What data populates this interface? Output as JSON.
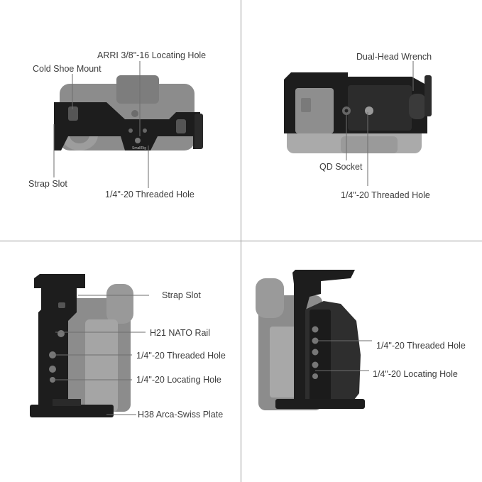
{
  "colors": {
    "background": "#ffffff",
    "divider": "#9a9a9a",
    "camera_body": "#8c8c8c",
    "cage_metal": "#1d1d1d",
    "label_text": "#3c3c3c",
    "leader_line": "#6e6e6e"
  },
  "panels": {
    "top_left": {
      "labels": {
        "arri": "ARRI 3/8\"-16 Locating Hole",
        "cold_shoe": "Cold Shoe Mount",
        "strap_slot": "Strap Slot",
        "threaded_hole": "1/4\"-20 Threaded Hole"
      },
      "brand_text": "SmallRig"
    },
    "top_right": {
      "labels": {
        "wrench": "Dual-Head Wrench",
        "qd_socket": "QD Socket",
        "threaded_hole": "1/4\"-20 Threaded Hole"
      }
    },
    "bottom_left": {
      "labels": {
        "strap_slot": "Strap Slot",
        "nato_rail": "H21 NATO Rail",
        "threaded_hole": "1/4\"-20 Threaded Hole",
        "locating_hole": "1/4\"-20 Locating Hole",
        "arca_plate": "H38 Arca-Swiss Plate"
      }
    },
    "bottom_right": {
      "labels": {
        "threaded_hole": "1/4\"-20 Threaded Hole",
        "locating_hole": "1/4\"-20 Locating Hole"
      }
    }
  }
}
